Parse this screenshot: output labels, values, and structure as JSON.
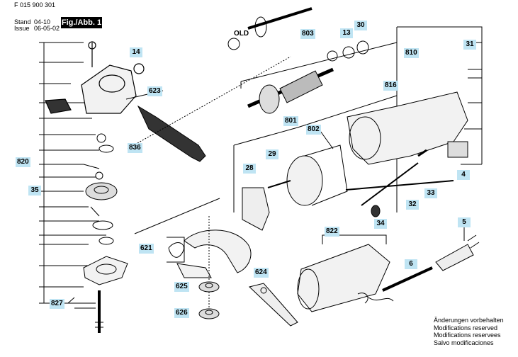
{
  "header": {
    "doc_number": "F 015 900 301",
    "stand_label": "Stand",
    "stand_value": "04-10",
    "issue_label": "Issue",
    "issue_value": "06-05-02",
    "figure_label": "Fig./Abb. 1"
  },
  "parts": {
    "p14": "14",
    "p623": "623",
    "p836": "836",
    "p820": "820",
    "p35": "35",
    "p621": "621",
    "p625": "625",
    "p626": "626",
    "p624": "624",
    "p827": "827",
    "old": "OLD",
    "p803": "803",
    "p13": "13",
    "p30": "30",
    "p810": "810",
    "p31": "31",
    "p816": "816",
    "p801": "801",
    "p802": "802",
    "p29": "29",
    "p28": "28",
    "p4": "4",
    "p33": "33",
    "p32": "32",
    "p34": "34",
    "p822": "822",
    "p5": "5",
    "p6": "6"
  },
  "notes": [
    "Änderungen vorbehalten",
    "Modifications reserved",
    "Modifications reservees",
    "Salvo modificaciones"
  ],
  "colors": {
    "label_bg": "#bfe4f3",
    "line": "#000000"
  }
}
